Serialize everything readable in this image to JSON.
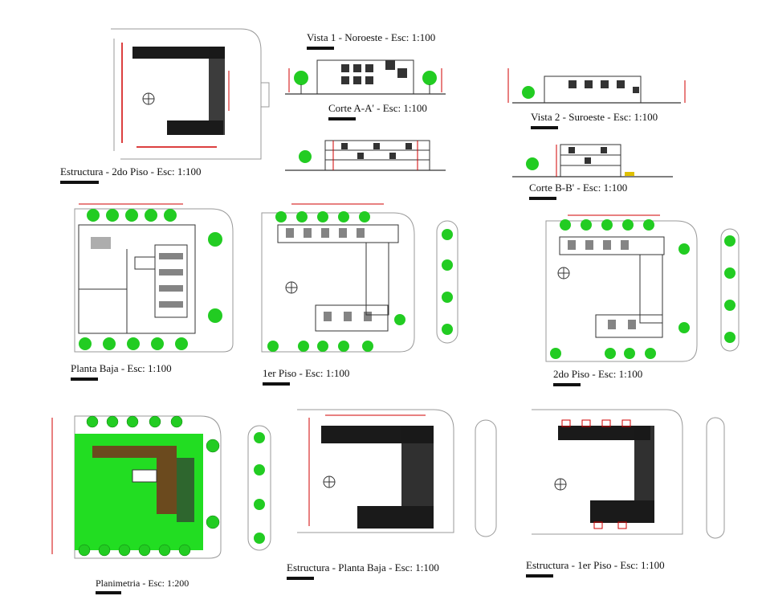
{
  "drawing_titles": {
    "estructura_2do": "Estructura - 2do Piso - Esc: 1:100",
    "vista_1": "Vista 1 - Noroeste - Esc: 1:100",
    "corte_a": "Corte A-A' - Esc: 1:100",
    "vista_2": "Vista 2 - Suroeste - Esc: 1:100",
    "corte_b": "Corte B-B' - Esc: 1:100",
    "planta_baja": "Planta Baja - Esc: 1:100",
    "primer_piso": "1er Piso - Esc: 1:100",
    "segundo_piso": "2do Piso - Esc: 1:100",
    "planimetria": "Planimetria - Esc: 1:200",
    "estructura_planta_baja": "Estructura - Planta Baja - Esc: 1:100",
    "estructura_1er": "Estructura - 1er Piso - Esc: 1:100"
  },
  "colors": {
    "line": "#333333",
    "dim_red": "#d00000",
    "tree_green": "#22cc22",
    "lawn_green": "#22dd22",
    "soil_brown": "#6b4a1e",
    "hatch_dark": "#1a1a1a",
    "site_gray": "#9a9a9a"
  }
}
